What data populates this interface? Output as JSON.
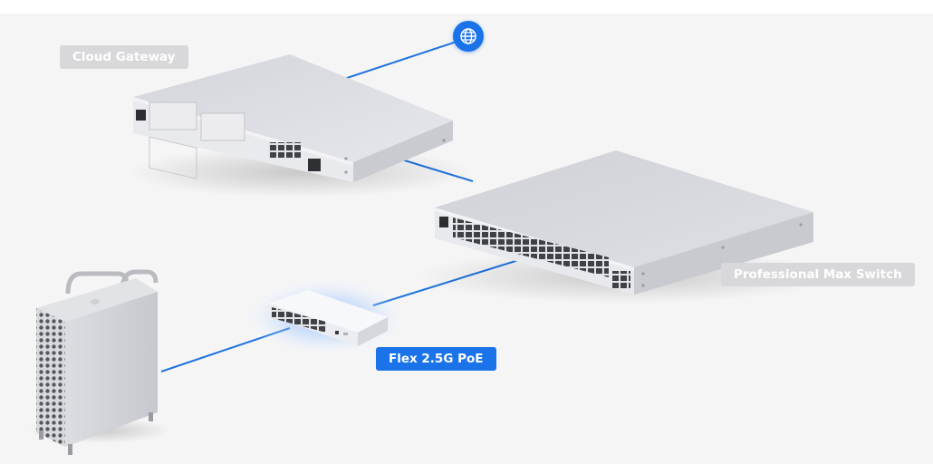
{
  "labels": {
    "cloud_gateway": "Cloud Gateway",
    "switch": "Professional Max Switch",
    "flex": "Flex 2.5G PoE"
  },
  "icons": {
    "internet": "globe-icon"
  },
  "colors": {
    "connection": "#1f73e0",
    "accent": "#1a73e8",
    "label_gray": "#d8d8da",
    "background": "#f5f5f6"
  }
}
